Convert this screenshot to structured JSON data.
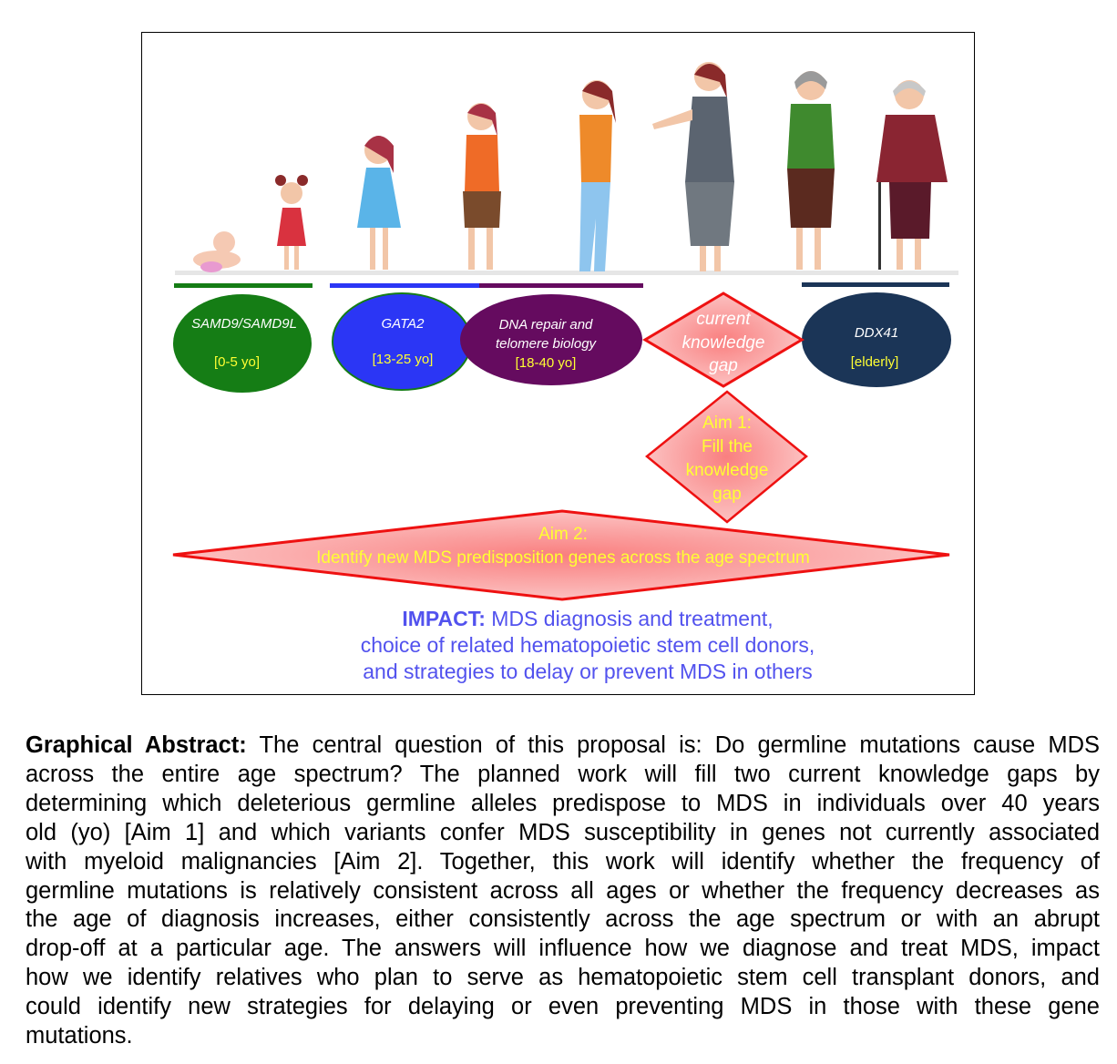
{
  "figure": {
    "gene_groups": [
      {
        "name": "SAMD9/SAMD9L",
        "age": "[0-5 yo]",
        "color": "#157d15"
      },
      {
        "name": "GATA2",
        "age": "[13-25 yo]",
        "color": "#2b36f5"
      },
      {
        "name_lines": [
          "DNA repair and",
          "telomere biology"
        ],
        "age": "[18-40 yo]",
        "color": "#650b5f"
      },
      {
        "name": "DDX41",
        "age": "[elderly]",
        "color": "#1b3557"
      }
    ],
    "gap_diamond": [
      "current",
      "knowledge",
      "gap"
    ],
    "aim1_diamond": [
      "Aim 1:",
      "Fill the",
      "knowledge",
      "gap"
    ],
    "aim2_diamond": [
      "Aim 2:",
      "Identify new MDS predisposition genes across the age spectrum"
    ],
    "impact": {
      "label": "IMPACT:",
      "lines": [
        "MDS diagnosis and treatment,",
        "choice of related hematopoietic stem cell donors,",
        "and strategies to delay or prevent MDS in others"
      ]
    },
    "colors": {
      "diamond_stroke": "#ee1111",
      "diamond_fill": "#f99a9a",
      "yellow_text": "#ffff33",
      "impact_text": "#5252ee"
    }
  },
  "abstract": {
    "label": "Graphical Abstract:",
    "first_line_rest": "The central question of this proposal is: Do germline mutations cause MDS",
    "lines": [
      "across the entire age spectrum?  The planned work will fill two current knowledge gaps by",
      "determining which deleterious germline alleles predispose to MDS in individuals over 40 years",
      "old (yo) [Aim 1] and which variants confer MDS susceptibility in genes not currently associated",
      "with myeloid malignancies [Aim 2]. Together, this work will identify whether the frequency of",
      "germline mutations is relatively consistent across all ages or whether the frequency decreases as",
      "the age of diagnosis increases, either consistently across the age spectrum or with an abrupt",
      "drop-off at a particular age.  The answers will influence how we diagnose and treat MDS, impact",
      "how we identify relatives who plan to serve as hematopoietic stem cell transplant donors, and",
      "could identify new strategies for delaying or even preventing MDS in those with these gene",
      "mutations."
    ]
  }
}
